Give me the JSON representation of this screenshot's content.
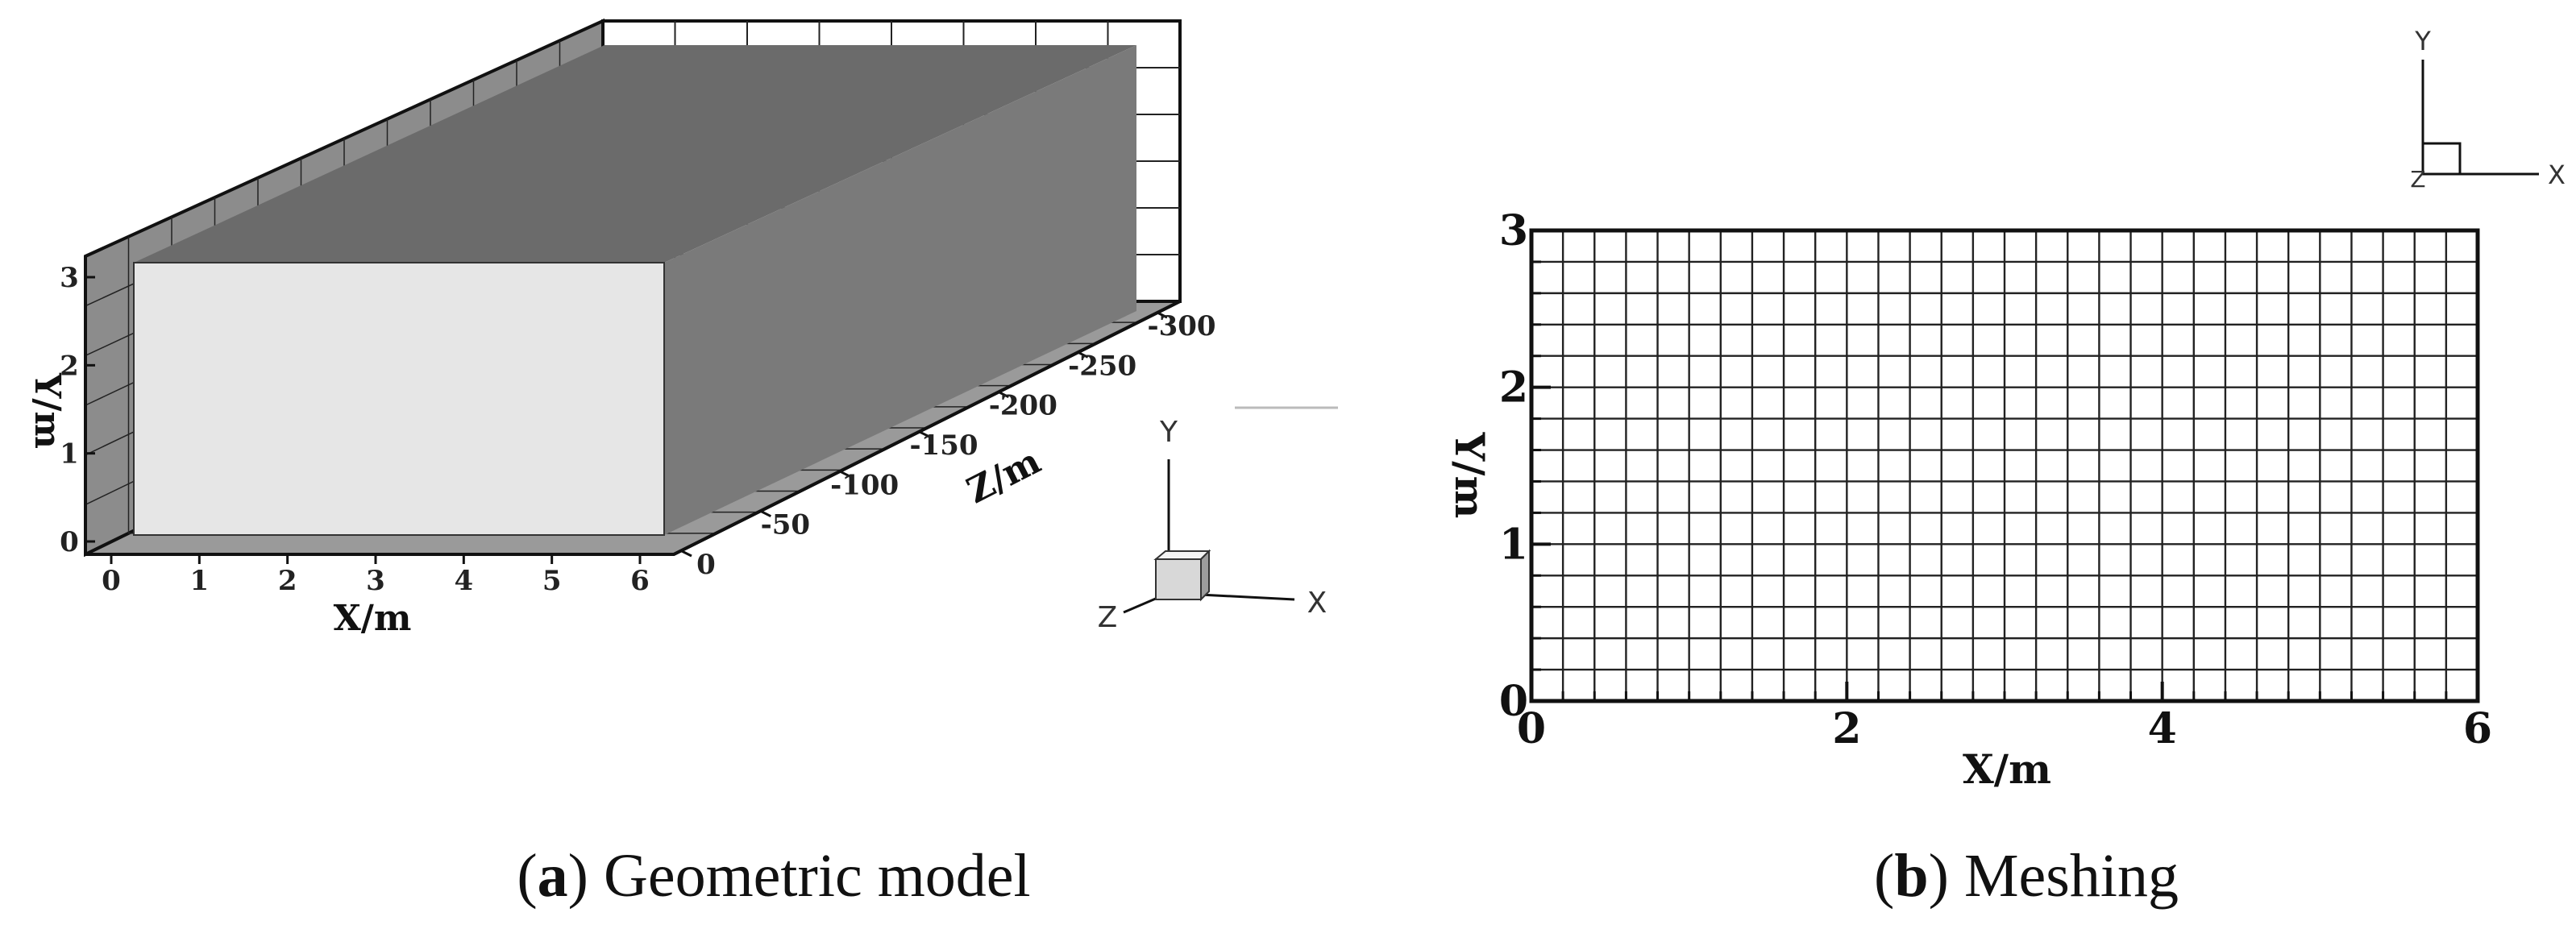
{
  "panel_a": {
    "x_axis_label": "X/m",
    "y_axis_label": "Y/m",
    "z_axis_label": "Z/m",
    "x_ticks": [
      "0",
      "1",
      "2",
      "3",
      "4",
      "5",
      "6"
    ],
    "y_ticks": [
      "0",
      "1",
      "2",
      "3"
    ],
    "z_ticks": [
      "0",
      "-50",
      "-100",
      "-150",
      "-200",
      "-250",
      "-300"
    ],
    "triad": {
      "y": "Y",
      "x": "X",
      "z": "Z"
    },
    "caption_letter": "a",
    "caption_text": " Geometric model",
    "colors": {
      "front_face": "#e6e6e6",
      "top_face": "#6b6b6b",
      "side_face": "#7a7a7a",
      "wall": "#8c8c8c"
    }
  },
  "panel_b": {
    "x_axis_label": "X/m",
    "y_axis_label": "Y/m",
    "x_ticks": [
      "0",
      "2",
      "4",
      "6"
    ],
    "y_ticks": [
      "0",
      "1",
      "2",
      "3"
    ],
    "mesh": {
      "columns": 30,
      "rows": 15
    },
    "triad": {
      "y": "Y",
      "x": "X",
      "z": "Z"
    },
    "caption_letter": "b",
    "caption_text": " Meshing"
  }
}
